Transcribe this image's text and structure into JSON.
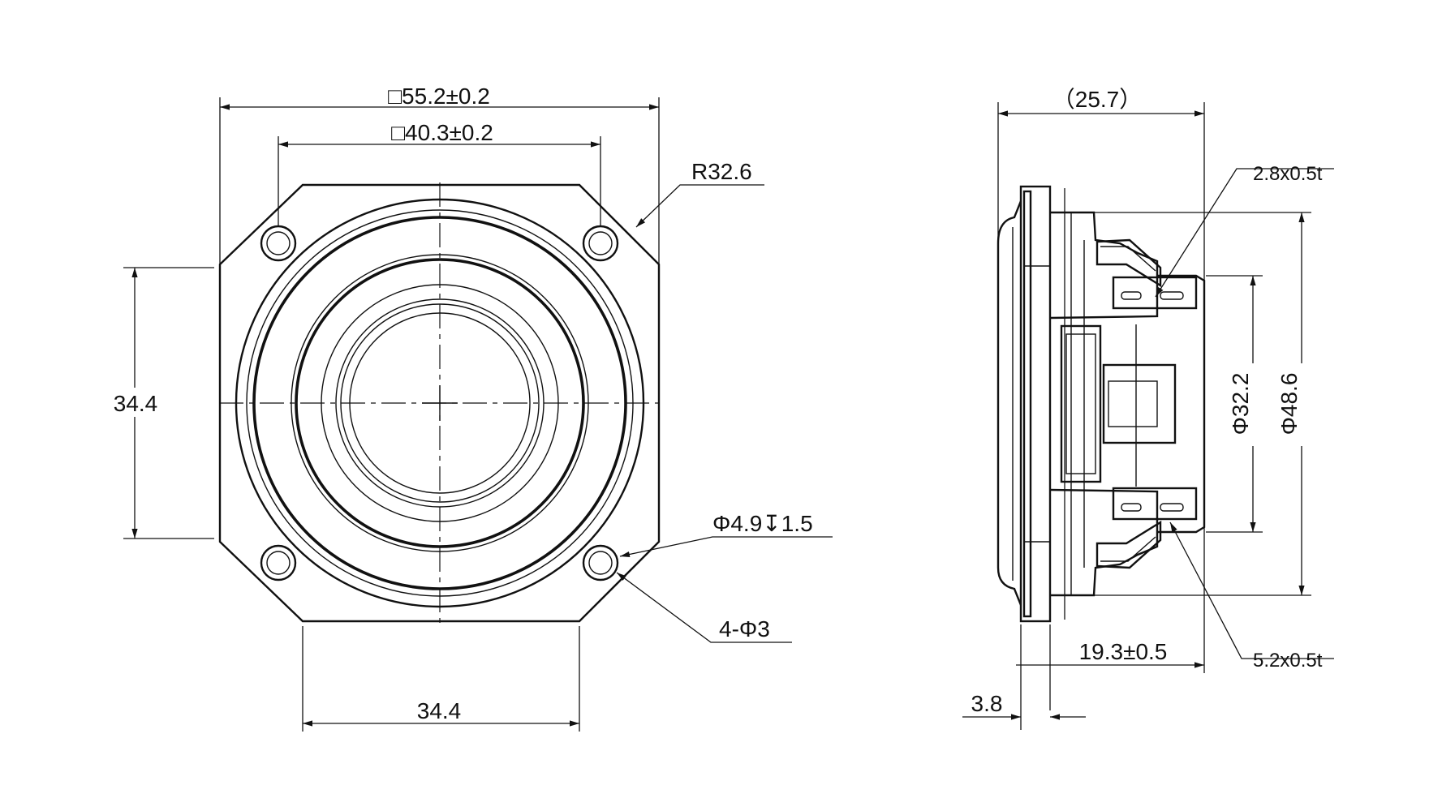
{
  "front_view": {
    "dim_outer_square": "□55.2±0.2",
    "dim_inner_square": "□40.3±0.2",
    "dim_radius": "R32.6",
    "dim_left_height": "34.4",
    "dim_bottom_width": "34.4",
    "dim_counterbore": "Φ4.9↧1.5",
    "dim_holes": "4-Φ3"
  },
  "side_view": {
    "dim_overall_depth": "（25.7）",
    "dim_terminal_small": "2.8x0.5t",
    "dim_terminal_large": "5.2x0.5t",
    "dim_magnet_diameter": "Φ32.2",
    "dim_basket_diameter": "Φ48.6",
    "dim_mount_depth": "19.3±0.5",
    "dim_flange": "3.8"
  }
}
